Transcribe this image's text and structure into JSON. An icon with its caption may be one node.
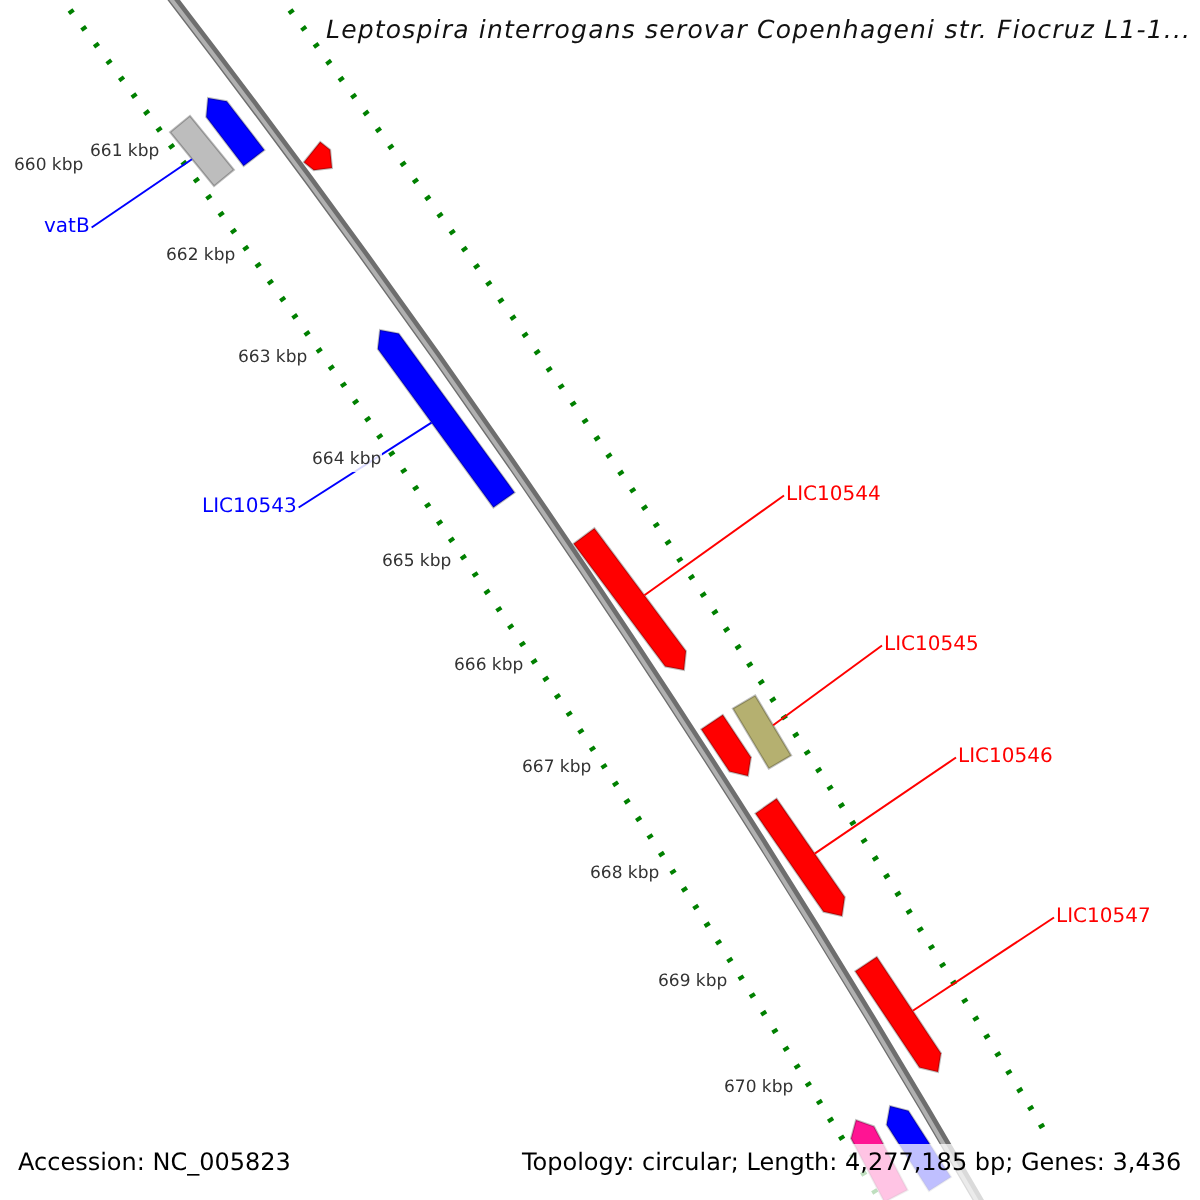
{
  "diagram": {
    "title": "Leptospira interrogans serovar Copenhageni str. Fiocruz L1-1...",
    "nodes": [
      {
        "text": [],
        "shape": "bar"
      },
      {
        "text": [],
        "shape": "bar"
      },
      {
        "text": [],
        "shape": "bar"
      },
      {
        "text": [
          "vatB"
        ]
      },
      {
        "text": [],
        "shape": "bar"
      },
      {
        "text": [
          "LIC10543"
        ]
      },
      {
        "text": [
          "LIC10544"
        ]
      },
      {
        "text": [],
        "shape": "bar"
      },
      {
        "text": [
          "LIC10545"
        ]
      },
      {
        "text": [],
        "shape": "bar"
      },
      {
        "text": [],
        "shape": "bar"
      },
      {
        "text": [
          "LIC10546"
        ]
      },
      {
        "text": [],
        "shape": "bar"
      },
      {
        "text": [
          "LIC10547"
        ]
      },
      {
        "text": [],
        "shape": "bar"
      },
      {
        "text": [],
        "shape": "bar"
      },
      {
        "text": [],
        "shape": "bar"
      }
    ],
    "edges": [
      {
        "from": 3,
        "to": 1,
        "arrow": "none",
        "color": "#0000ff"
      },
      {
        "from": 5,
        "to": 4,
        "arrow": "none",
        "color": "#0000ff"
      },
      {
        "from": 6,
        "to": 7,
        "arrow": "none"
      },
      {
        "from": 8,
        "to": 9,
        "arrow": "none"
      },
      {
        "from": 11,
        "to": 12,
        "arrow": "none"
      },
      {
        "from": 13,
        "to": 14,
        "arrow": "none"
      }
    ],
    "labels": [
      "660 kbp",
      "661 kbp",
      "662 kbp",
      "663 kbp",
      "664 kbp",
      "665 kbp",
      "666 kbp",
      "667 kbp",
      "668 kbp",
      "669 kbp",
      "670 kbp",
      "Accession: NC_005823",
      "Topology: circular; Length: 4,277,185 bp; Genes: 3,436"
    ]
  }
}
